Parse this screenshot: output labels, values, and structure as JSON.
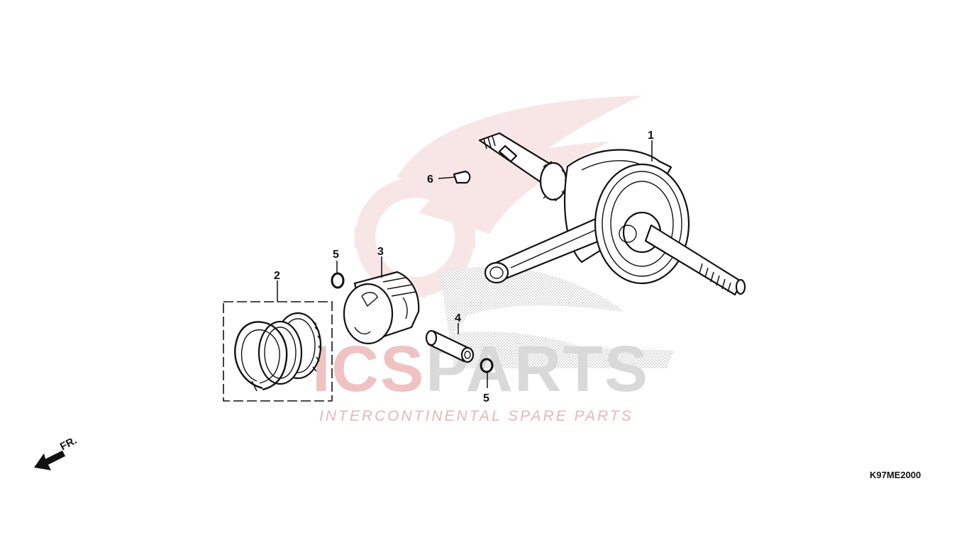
{
  "diagram": {
    "callouts": {
      "c1": "1",
      "c2": "2",
      "c3": "3",
      "c4": "4",
      "c5a": "5",
      "c5b": "5",
      "c6": "6"
    },
    "front_label": "FR.",
    "drawing_code": "K97ME2000"
  },
  "watermark": {
    "brand_ics": "ICS",
    "brand_parts": "PARTS",
    "tagline": "INTERCONTINENTAL SPARE PARTS",
    "colors": {
      "red": "#e4a7a7",
      "grey": "#cfcfcf"
    }
  }
}
